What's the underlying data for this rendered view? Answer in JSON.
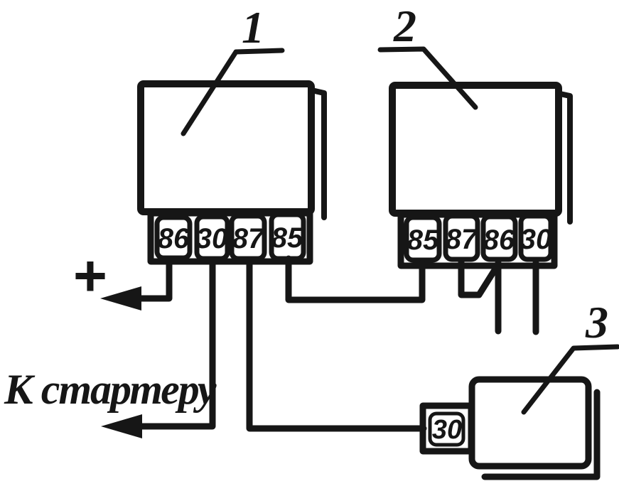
{
  "diagram": {
    "background_color": "#ffffff",
    "ink_color": "#161616",
    "relay1": {
      "label": "1",
      "terminals": [
        "86",
        "30",
        "87",
        "85"
      ]
    },
    "relay2": {
      "label": "2",
      "terminals": [
        "85",
        "87",
        "86",
        "30"
      ]
    },
    "device3": {
      "label": "3",
      "terminal": "30"
    },
    "plus_symbol": "+",
    "starter_caption": "К стартеру"
  }
}
